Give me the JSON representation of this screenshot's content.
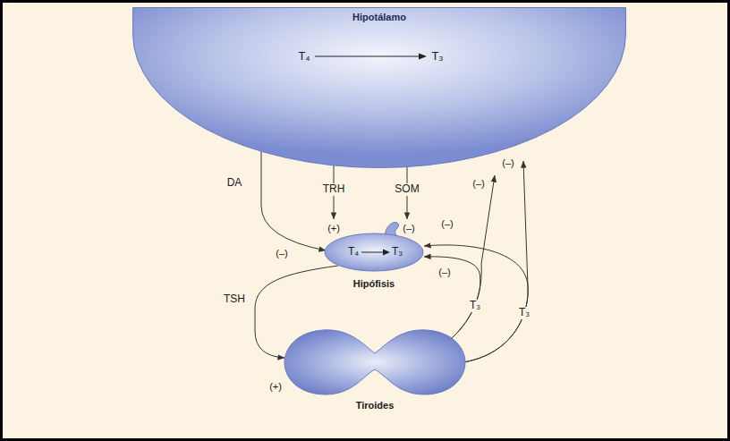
{
  "diagram": {
    "nodes": [
      {
        "text": [
          "Hipotálamo",
          "T₄",
          "T₃"
        ]
      },
      {
        "text": [
          "T₄",
          "T₃",
          "Hipófisis"
        ]
      },
      {
        "text": [
          "Tiroides"
        ]
      }
    ],
    "edges": [
      {
        "from": 0,
        "to": 1,
        "label": "DA",
        "arrow": "to"
      },
      {
        "from": 0,
        "to": 1,
        "label": "TRH",
        "arrow": "to"
      },
      {
        "from": 0,
        "to": 1,
        "label": "SOM",
        "arrow": "to"
      },
      {
        "from": 1,
        "to": 2,
        "label": "TSH",
        "arrow": "to"
      },
      {
        "from": 2,
        "to": 1,
        "label": "T₃",
        "arrow": "to"
      },
      {
        "from": 2,
        "to": 0,
        "arrow": "to"
      },
      {
        "from": 2,
        "to": 1,
        "label": "T₃",
        "arrow": "to"
      },
      {
        "from": 2,
        "to": 0,
        "arrow": "to"
      }
    ],
    "labels": [
      "(+)",
      "(–)",
      "(–)",
      "(–)",
      "(–)",
      "(–)",
      "(–)",
      "(+)"
    ]
  }
}
